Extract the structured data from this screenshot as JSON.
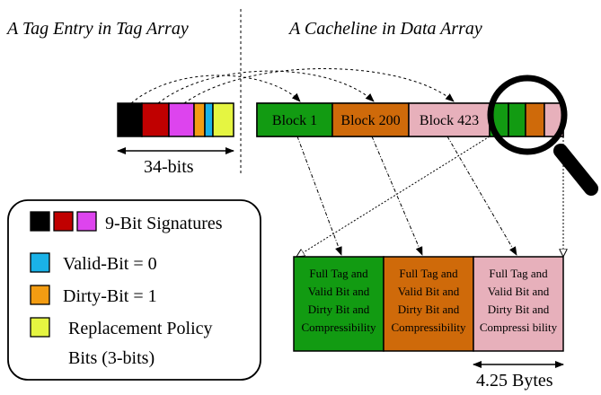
{
  "headings": {
    "tag_entry": "A Tag Entry in Tag Array",
    "cacheline": "A Cacheline in Data Array"
  },
  "tag_entry": {
    "width_label": "34-bits",
    "segments": [
      {
        "name": "signature-1",
        "color": "#000000"
      },
      {
        "name": "signature-2",
        "color": "#c00000"
      },
      {
        "name": "signature-3",
        "color": "#dd44ee"
      },
      {
        "name": "dirty-bit",
        "color": "#f39c12"
      },
      {
        "name": "valid-bit",
        "color": "#1ab2e8"
      },
      {
        "name": "replacement-bits",
        "color": "#e5f541"
      }
    ]
  },
  "cacheline": {
    "blocks": [
      {
        "label": "Block 1",
        "color": "#129b12"
      },
      {
        "label": "Block 200",
        "color": "#cf6a0a"
      },
      {
        "label": "Block 423",
        "color": "#e7b0bb"
      }
    ],
    "meta_colors": [
      "#129b12",
      "#cf6a0a",
      "#e7b0bb"
    ]
  },
  "zoom": {
    "boxes": [
      {
        "lines": [
          "Full Tag and",
          "Valid Bit and",
          "Dirty Bit and",
          "Compressibility"
        ],
        "color": "#129b12"
      },
      {
        "lines": [
          "Full Tag and",
          "Valid Bit and",
          "Dirty Bit and",
          "Compressibility"
        ],
        "color": "#cf6a0a"
      },
      {
        "lines": [
          "Full Tag and",
          "Valid Bit and",
          "Dirty Bit and",
          "Compressi bility"
        ],
        "color": "#e7b0bb"
      }
    ],
    "width_label": "4.25 Bytes"
  },
  "legend": {
    "items": [
      {
        "text": "9-Bit Signatures",
        "colors": [
          "#000000",
          "#c00000",
          "#dd44ee"
        ]
      },
      {
        "text": "Valid-Bit = 0",
        "colors": [
          "#1ab2e8"
        ]
      },
      {
        "text": "Dirty-Bit = 1",
        "colors": [
          "#f39c12"
        ]
      },
      {
        "text": "Replacement Policy",
        "colors": [
          "#e5f541"
        ]
      },
      {
        "text": "Bits (3-bits)",
        "colors": []
      }
    ]
  }
}
